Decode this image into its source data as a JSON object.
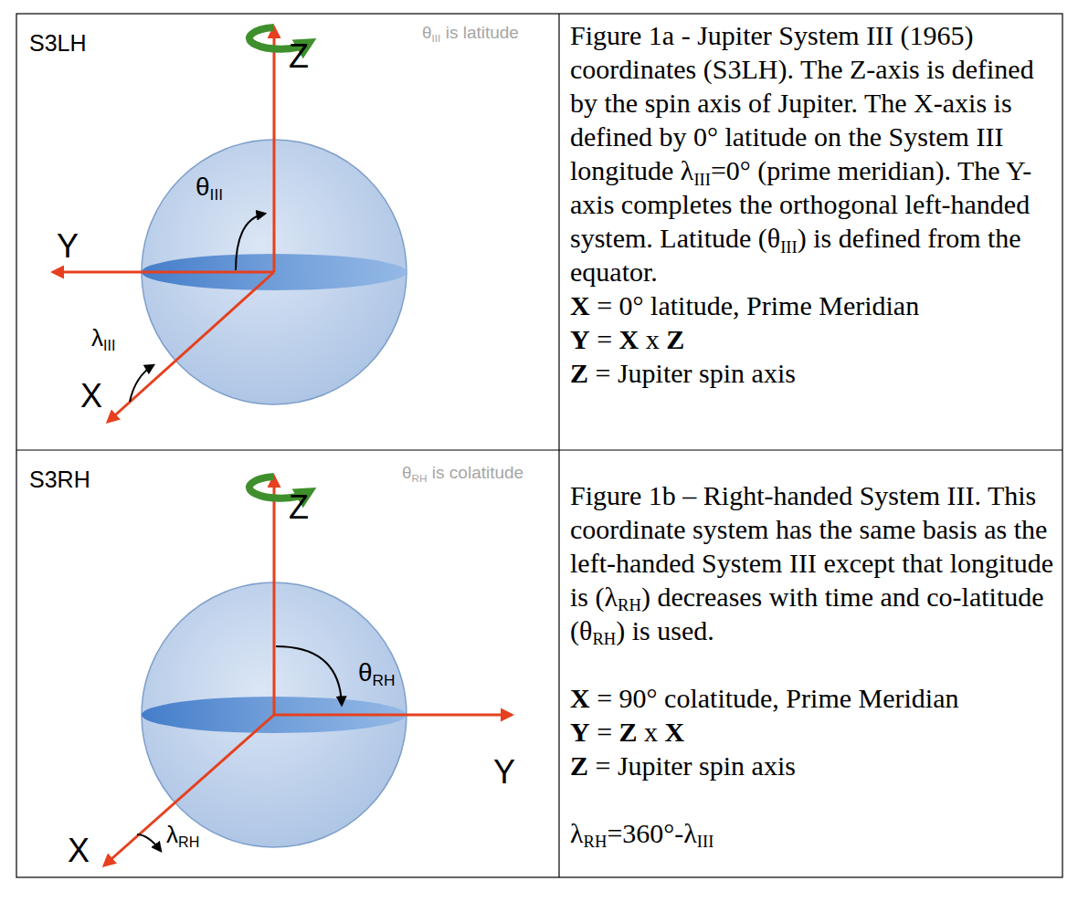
{
  "diagram": {
    "labels": [
      "S3LH",
      "θIII is latitude",
      "Z",
      "Y",
      "θIII",
      "λIII",
      "X",
      "Figure 1a - Jupiter System III (1965) coordinates (S3LH). The Z-axis is defined by the spin axis of Jupiter. The X-axis is defined by 0° latitude on the System III longitude λIII=0° (prime meridian). The Y-axis completes the orthogonal left-handed system. Latitude (θIII) is defined from the equator.",
      "X = 0° latitude, Prime Meridian",
      "Y = X x Z",
      "Z = Jupiter spin axis",
      "S3RH",
      "θRH is colatitude",
      "Z",
      "θRH",
      "Y",
      "X",
      "λRH",
      "Figure 1b – Right-handed System III. This coordinate system has the same basis as the left-handed System III except that longitude is (λRH) decreases with time and co-latitude (θRH) is used.",
      "X = 90° colatitude, Prime Meridian",
      "Y = Z x X",
      "Z = Jupiter spin axis",
      "λRH=360°-λIII"
    ]
  }
}
